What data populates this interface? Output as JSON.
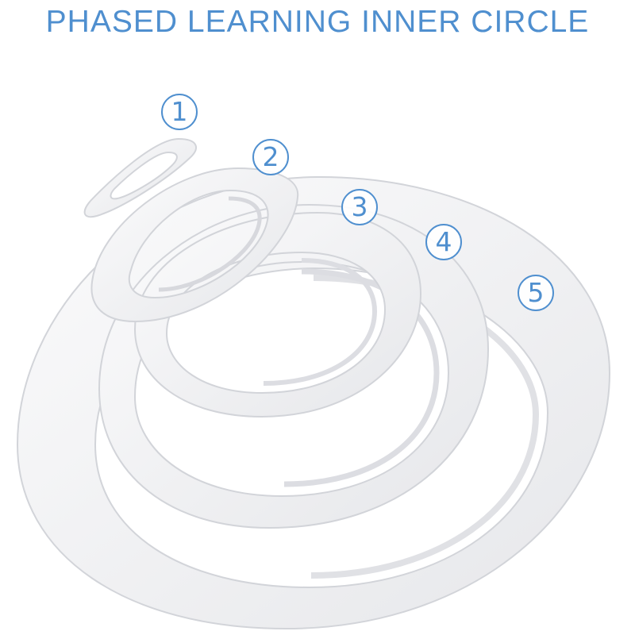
{
  "title": "PHASED LEARNING INNER CIRCLE",
  "ring_labels": [
    "1",
    "2",
    "3",
    "4",
    "5"
  ],
  "colors": {
    "accent": "#4f8fcf",
    "ring_fill": "#f4f4f6",
    "ring_shadow": "#d9dade",
    "background": "#ffffff"
  }
}
